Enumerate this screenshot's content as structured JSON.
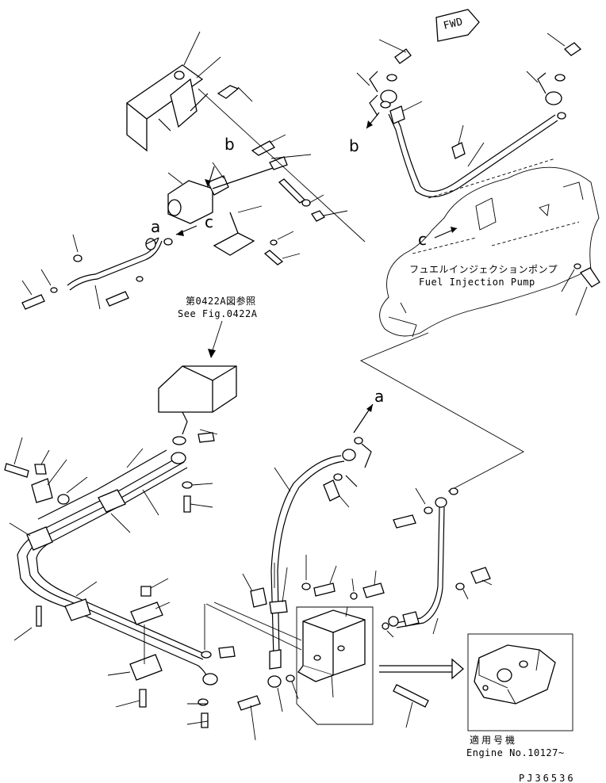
{
  "figure": {
    "fwd_badge": "FWD",
    "arrow_letters": {
      "top_b": "b",
      "top_a": "a",
      "top_c": "c",
      "right_b": "b",
      "right_c": "c",
      "bottom_a": "a"
    },
    "pump_label_jp": "フュエルインジェクションポンプ",
    "pump_label_en": "Fuel Injection Pump",
    "reference_jp": "第0422A図参照",
    "reference_en": "See Fig.0422A",
    "applicable_jp": "適用号機",
    "applicable_en": "Engine No.10127~",
    "drawing_code": "PJ36536"
  }
}
